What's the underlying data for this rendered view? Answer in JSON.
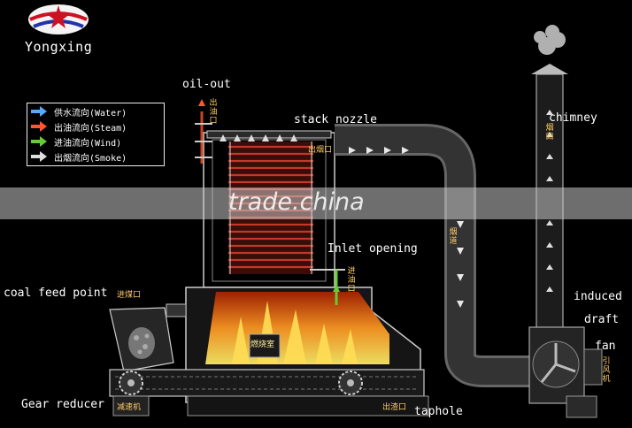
{
  "brand": {
    "name": "Yongxing",
    "logo": "star-swoosh-logo"
  },
  "legend": [
    {
      "text": "供水流向(Water)",
      "color": "#55aaff",
      "icon": "arrow-right-icon"
    },
    {
      "text": "出油流向(Steam)",
      "color": "#ff5533",
      "icon": "arrow-right-icon"
    },
    {
      "text": "进油流向(Wind)",
      "color": "#66cc33",
      "icon": "arrow-right-icon"
    },
    {
      "text": "出烟流向(Smoke)",
      "color": "#dddddd",
      "icon": "arrow-right-icon"
    }
  ],
  "labels": {
    "oil_out": "oil-out",
    "stack_nozzle": "stack nozzle",
    "chimney": "chimney",
    "inlet_opening": "Inlet opening",
    "coal_feed_point": "coal feed point",
    "induced": "induced",
    "draft": "draft",
    "fan": "fan",
    "gear_reducer": "Gear reducer",
    "taphole": "taphole"
  },
  "cn_labels": {
    "oil_outlet": "出油口",
    "smoke_outlet": "出烟口",
    "oil_inlet": "进油口",
    "coal_inlet": "进煤口",
    "combustion_chamber": "燃烧室",
    "reducer": "减速机",
    "slag_outlet": "出渣口",
    "flue": "烟道",
    "chimney": "烟囱",
    "fan": "引风机"
  },
  "watermark": "trade.china",
  "colors": {
    "coil": "#c0392b",
    "frame": "#cccccc",
    "flame": "#ff8c1a"
  }
}
